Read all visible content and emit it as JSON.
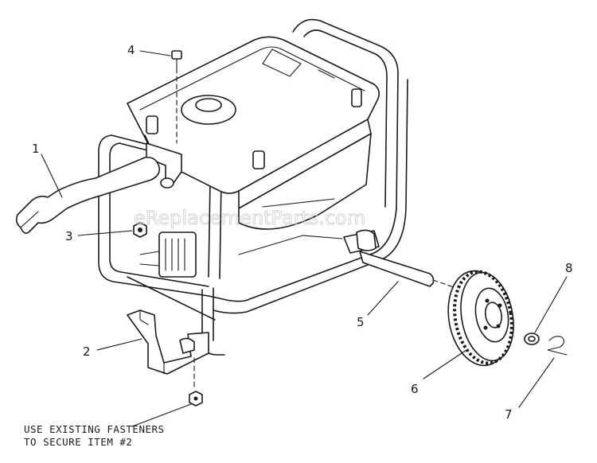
{
  "watermark": "eReplacementParts.com",
  "callouts": [
    {
      "id": "1",
      "label": "1"
    },
    {
      "id": "2",
      "label": "2"
    },
    {
      "id": "3",
      "label": "3"
    },
    {
      "id": "4",
      "label": "4"
    },
    {
      "id": "5",
      "label": "5"
    },
    {
      "id": "6",
      "label": "6"
    },
    {
      "id": "7",
      "label": "7"
    },
    {
      "id": "8",
      "label": "8"
    }
  ],
  "note": {
    "line1": "USE EXISTING FASTENERS",
    "line2": "TO SECURE ITEM #2"
  }
}
